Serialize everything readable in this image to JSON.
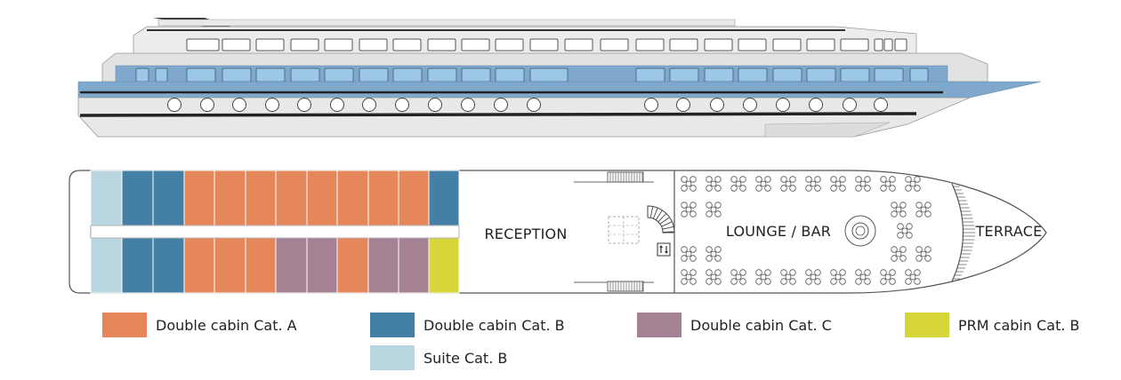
{
  "plan": {
    "reception_label": "RECEPTION",
    "lounge_label": "LOUNGE / BAR",
    "terrace_label": "TERRACE"
  },
  "colors": {
    "cat_a": "#e5875a",
    "cat_b": "#447fa6",
    "cat_c": "#a48193",
    "prm_b": "#d6d63b",
    "suite_b": "#b9d5df",
    "hull_blue": "#7fa8cc",
    "window_blue": "#9cc8e6"
  },
  "cabins": {
    "top_row": [
      "suite_b",
      "cat_b",
      "cat_b",
      "cat_a",
      "cat_a",
      "cat_a",
      "cat_a",
      "cat_a",
      "cat_a",
      "cat_a",
      "cat_a",
      "cat_b"
    ],
    "bottom_row": [
      "suite_b",
      "cat_b",
      "cat_b",
      "cat_a",
      "cat_a",
      "cat_a",
      "cat_c",
      "cat_c",
      "cat_a",
      "cat_c",
      "cat_c",
      "prm_b"
    ]
  },
  "legend": [
    {
      "key": "cat_a",
      "label": "Double cabin Cat. A"
    },
    {
      "key": "cat_b",
      "label": "Double cabin Cat. B"
    },
    {
      "key": "cat_c",
      "label": "Double cabin Cat. C"
    },
    {
      "key": "prm_b",
      "label": "PRM cabin Cat. B"
    },
    {
      "key": "suite_b",
      "label": "Suite Cat. B"
    }
  ]
}
